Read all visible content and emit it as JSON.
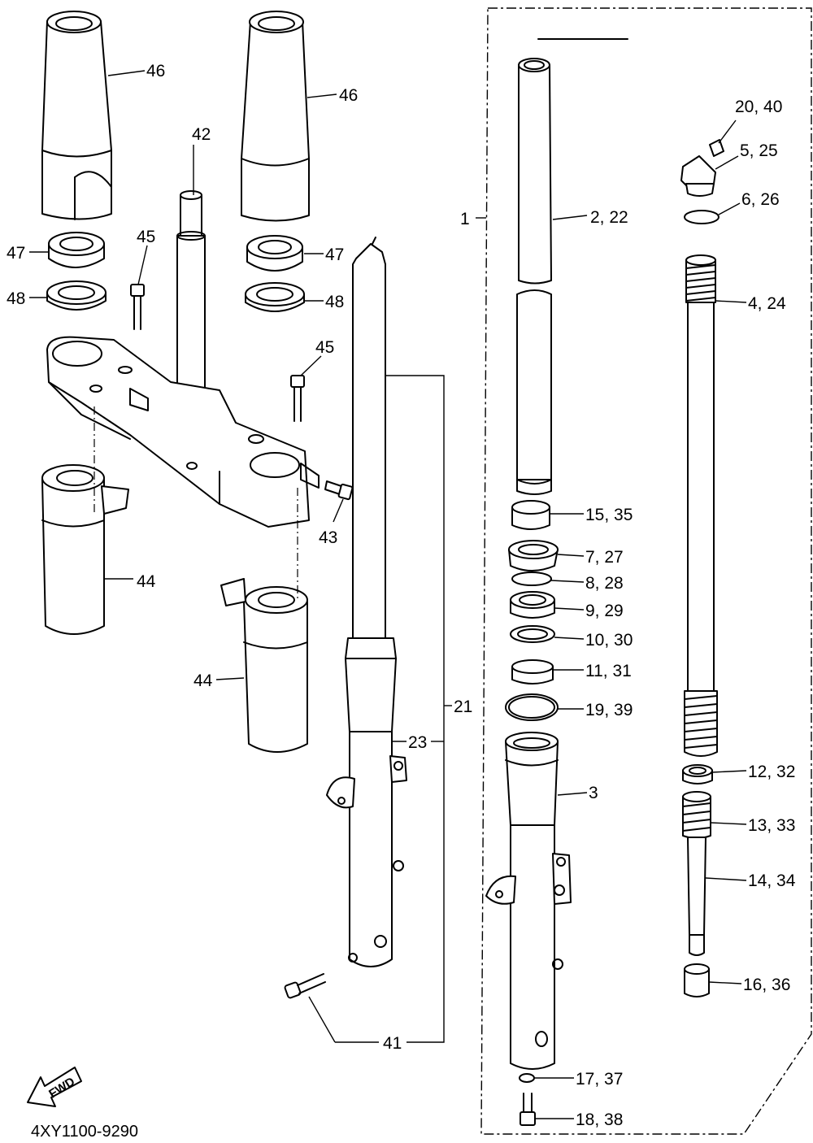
{
  "drawing_code": "4XY1100-9290",
  "fwd_label": "FWD",
  "labels": {
    "l1": "1",
    "l2": "2, 22",
    "l3": "3",
    "l4": "4, 24",
    "l5": "5, 25",
    "l6": "6, 26",
    "l7": "7, 27",
    "l8": "8, 28",
    "l9": "9, 29",
    "l10": "10, 30",
    "l11": "11, 31",
    "l12": "12, 32",
    "l13": "13, 33",
    "l14": "14, 34",
    "l15": "15, 35",
    "l16": "16, 36",
    "l17": "17, 37",
    "l18": "18, 38",
    "l19": "19, 39",
    "l20": "20, 40",
    "l21": "21",
    "l23": "23",
    "l41": "41",
    "l42": "42",
    "l43": "43",
    "l44a": "44",
    "l44b": "44",
    "l45a": "45",
    "l45b": "45",
    "l46a": "46",
    "l46b": "46",
    "l47a": "47",
    "l47b": "47",
    "l48a": "48",
    "l48b": "48"
  }
}
